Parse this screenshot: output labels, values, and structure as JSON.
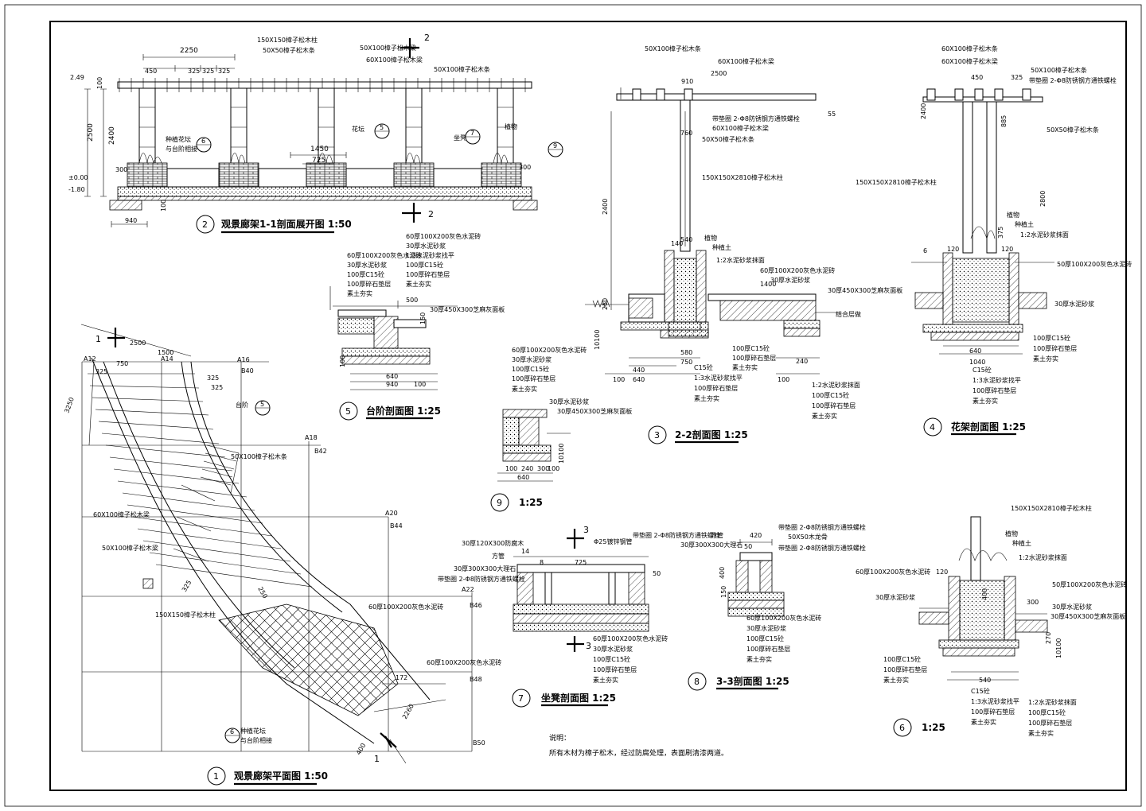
{
  "sheet": {
    "dims": {
      "d1": "2250",
      "d2": "450",
      "d3": "325",
      "d4": "325",
      "d5": "325",
      "d6": "1450",
      "d7": "725",
      "d8": "2500",
      "d9": "2400",
      "d10": "100",
      "d11": "300",
      "d12": "940",
      "d13": "100"
    },
    "levels": {
      "l1": "2.49",
      "l2": "±0.00",
      "l3": "-1.80"
    },
    "grid": {
      "a12": "A12",
      "a14": "A14",
      "a16": "A16",
      "a18": "A18",
      "a20": "A20",
      "a22": "A22",
      "b40": "B40",
      "b42": "B42",
      "b44": "B44",
      "b46": "B46",
      "b48": "B48",
      "b50": "B50"
    },
    "section_mark": {
      "n1": "1",
      "n2": "2",
      "n3": "3"
    },
    "callouts": {
      "c1": "150X150樟子松木柱",
      "c2": "50X50樟子松木条",
      "c3": "50X100樟子松木梁",
      "c4": "60X100樟子松木梁",
      "c5": "50X100樟子松木条",
      "c6": "种植花坛",
      "c7": "与台阶相接",
      "c8": "花坛",
      "c9": "坐凳",
      "c10": "植物",
      "c11": "台阶",
      "c12": "50X100樟子松木条",
      "c13": "60X100樟子松木梁",
      "c14": "50X100樟子松木梁",
      "c15": "150X150樟子松木柱",
      "c16": "60厚100X200灰色水泥砖",
      "c17": "60厚100X200灰色水泥砖",
      "c18": "种植花坛",
      "c19": "与台阶相接"
    },
    "sec2": {
      "title": "2-2剖面图 1:25",
      "num": "3",
      "c1": "50X100樟子松木条",
      "c2": "60X100樟子松木梁",
      "c3": "带垫圈 2-Φ8防锈钢方通铁螺栓",
      "c4": "60X100樟子松木梁",
      "c5": "50X50樟子松木条",
      "c6": "150X150X2810樟子松木柱",
      "c7": "植物",
      "c8": "种植土",
      "c9": "1:2水泥砂浆抹面",
      "c10": "60厚100X200灰色水泥砖",
      "c11": "30厚水泥砂浆",
      "c12": "30厚450X300芝麻灰面板",
      "c13": "结合层做",
      "c14": "100厚C15砼",
      "c15": "100厚碎石垫层",
      "c16": "素土夯实",
      "c17": "C15砼",
      "c18": "1:3水泥砂浆找平",
      "c19": "100厚碎石垫层",
      "c20": "素土夯实",
      "c21": "1:2水泥砂浆抹面",
      "c22": "100厚C15砼",
      "c23": "100厚碎石垫层",
      "c24": "素土夯实",
      "dims": {
        "d1": "2500",
        "d2": "910",
        "d3": "760",
        "d4": "2400",
        "d5": "540",
        "d6": "1400",
        "d7": "580",
        "d8": "750",
        "d9": "440",
        "d10": "640",
        "d11": "240",
        "d12": "100",
        "d13": "55",
        "d14": "140",
        "d15": "100",
        "d16": "10100",
        "d17": "250"
      }
    },
    "sec4": {
      "title": "花架剖面图 1:25",
      "num": "4",
      "c1": "60X100樟子松木条",
      "c2": "60X100樟子松木梁",
      "c3": "50X100樟子松木条",
      "c4": "带垫圈 2-Φ8防锈钢方通铁螺栓",
      "c5": "50X50樟子松木条",
      "c6": "150X150X2810樟子松木柱",
      "c7": "植物",
      "c8": "种植土",
      "c9": "1:2水泥砂浆抹面",
      "c10": "50厚100X200灰色水泥砖",
      "c11": "30厚水泥砂浆",
      "c12": "100厚C15砼",
      "c13": "100厚碎石垫层",
      "c14": "素土夯实",
      "c15": "C15砼",
      "c16": "1:3水泥砂浆找平",
      "c17": "100厚碎石垫层",
      "c18": "素土夯实",
      "dims": {
        "d1": "450",
        "d2": "325",
        "d3": "2400",
        "d4": "885",
        "d5": "375",
        "d6": "2800",
        "d7": "120",
        "d8": "640",
        "d9": "1040",
        "d10": "6",
        "d11": "120"
      }
    },
    "sec5": {
      "title": "台阶剖面图 1:25",
      "num": "5",
      "c1": "60厚100X200灰色水泥砖",
      "c2": "30厚水泥砂浆",
      "c3": "1:3水泥砂浆找平",
      "c4": "100厚C15砼",
      "c5": "100厚碎石垫层",
      "c6": "素土夯实",
      "c7": "60厚100X200灰色水泥砖",
      "c8": "30厚水泥砂浆",
      "c9": "100厚C15砼",
      "c10": "100厚碎石垫层",
      "c11": "素土夯实",
      "c12": "30厚450X300芝麻灰面板",
      "dims": {
        "d1": "500",
        "d2": "640",
        "d3": "940",
        "d4": "100",
        "d5": "150",
        "d6": "100"
      }
    },
    "sec9": {
      "num": "9",
      "title": "1:25",
      "c1": "60厚100X200灰色水泥砖",
      "c2": "30厚水泥砂浆",
      "c3": "100厚C15砼",
      "c4": "100厚碎石垫层",
      "c5": "素土夯实",
      "c6": "30厚水泥砂浆",
      "c7": "30厚450X300芝麻灰面板",
      "dims": {
        "d1": "100",
        "d2": "240",
        "d3": "300",
        "d4": "100",
        "d5": "640",
        "d6": "10100"
      }
    },
    "sec7": {
      "title": "坐凳剖面图 1:25",
      "num": "7",
      "c1": "30厚120X300防腐木",
      "c2": "方管",
      "c3": "30厚300X300大理石",
      "c4": "带垫圈 2-Φ8防锈钢方通铁螺栓",
      "c5": "Φ25镀锌钢管",
      "c6": "带垫圈 2-Φ8防锈钢方通铁螺栓",
      "c7": "60厚100X200灰色水泥砖",
      "c8": "30厚水泥砂浆",
      "c9": "100厚C15砼",
      "c10": "100厚碎石垫层",
      "c11": "素土夯实",
      "dims": {
        "d1": "725",
        "d2": "14",
        "d3": "50",
        "d4": "8"
      }
    },
    "sec8": {
      "title": "3-3剖面图 1:25",
      "num": "8",
      "c1": "带垫圈 2-Φ8防锈钢方通铁螺栓",
      "c2": "50X50木龙骨",
      "c3": "带垫圈 2-Φ8防锈钢方通铁螺栓",
      "c4": "方管",
      "c5": "30厚300X300大理石",
      "c6": "60厚100X200灰色水泥砖",
      "c7": "30厚水泥砂浆",
      "c8": "100厚C15砼",
      "c9": "100厚碎石垫层",
      "c10": "素土夯实",
      "dims": {
        "d1": "420",
        "d2": "50",
        "d3": "400",
        "d4": "150"
      }
    },
    "sec6": {
      "num": "6",
      "title": "1:25",
      "c1": "150X150X2810樟子松木柱",
      "c2": "植物",
      "c3": "种植土",
      "c4": "1:2水泥砂浆抹面",
      "c5": "60厚100X200灰色水泥砖",
      "c6": "30厚水泥砂浆",
      "c7": "50厚100X200灰色水泥砖",
      "c8": "30厚水泥砂浆",
      "c9": "30厚450X300芝麻灰面板",
      "c10": "100厚C15砼",
      "c11": "100厚碎石垫层",
      "c12": "素土夯实",
      "c13": "C15砼",
      "c14": "1:3水泥砂浆找平",
      "c15": "100厚碎石垫层",
      "c16": "素土夯实",
      "c17": "1:2水泥砂浆抹面",
      "c18": "100厚C15砼",
      "c19": "100厚碎石垫层",
      "c20": "素土夯实",
      "dims": {
        "d1": "120",
        "d2": "300",
        "d3": "540",
        "d4": "10100",
        "d5": "400",
        "d6": "270"
      }
    },
    "elev": {
      "title": "观景廊架1-1剖面展开图 1:50",
      "num": "2"
    },
    "plan": {
      "title": "观景廊架平面图 1:50",
      "num": "1",
      "dims": {
        "d1": "2500",
        "d2": "1500",
        "d3": "750",
        "d4": "325",
        "d5": "325",
        "d6": "325",
        "d7": "3250",
        "d8": "2260",
        "d9": "400",
        "d10": "325",
        "d11": "172",
        "d12": "250"
      }
    },
    "notes": {
      "heading": "说明：",
      "text": "所有木材为樟子松木，经过防腐处理，表面刷清漆两道。"
    },
    "refs": {
      "r6": "6",
      "r5": "5",
      "r7": "7",
      "r9": "9"
    }
  }
}
